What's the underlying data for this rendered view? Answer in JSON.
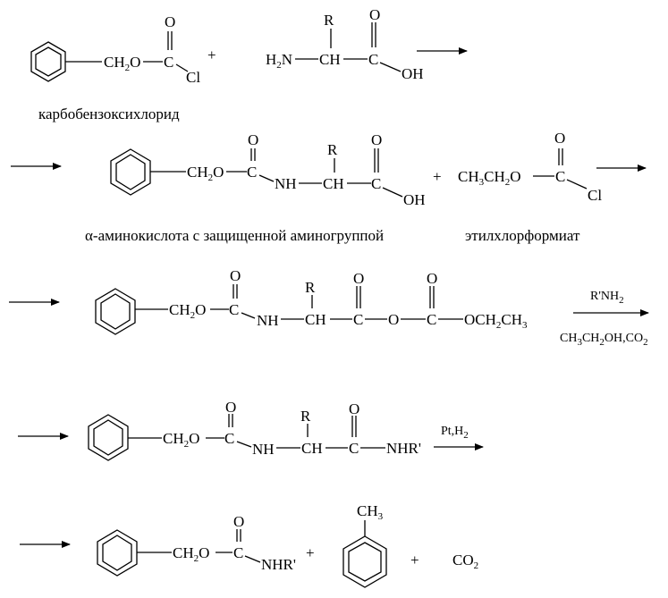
{
  "captions": {
    "reagent1": "карбобензоксихлорид",
    "protected_acid": "α-аминокислота с защищенной аминогруппой",
    "reagent2": "этилхлорформиат"
  },
  "atoms": {
    "ch2o": "CH2O",
    "c": "C",
    "o": "O",
    "cl": "Cl",
    "r": "R",
    "h2n": "H2N",
    "ch": "CH",
    "oh": "OH",
    "nh": "NH",
    "ch3ch2o": "CH3CH2O",
    "och2ch3": "OCH2CH3",
    "nhr": "NHR'",
    "ch3": "CH3",
    "co2": "CO2"
  },
  "operators": {
    "plus": "+"
  },
  "conditions": {
    "step3_above": "R'NH2",
    "step3_below": "CH3CH2OH,CO2",
    "step4_above": "Pt,H2"
  },
  "colors": {
    "ink": "#000000",
    "background": "#ffffff"
  }
}
